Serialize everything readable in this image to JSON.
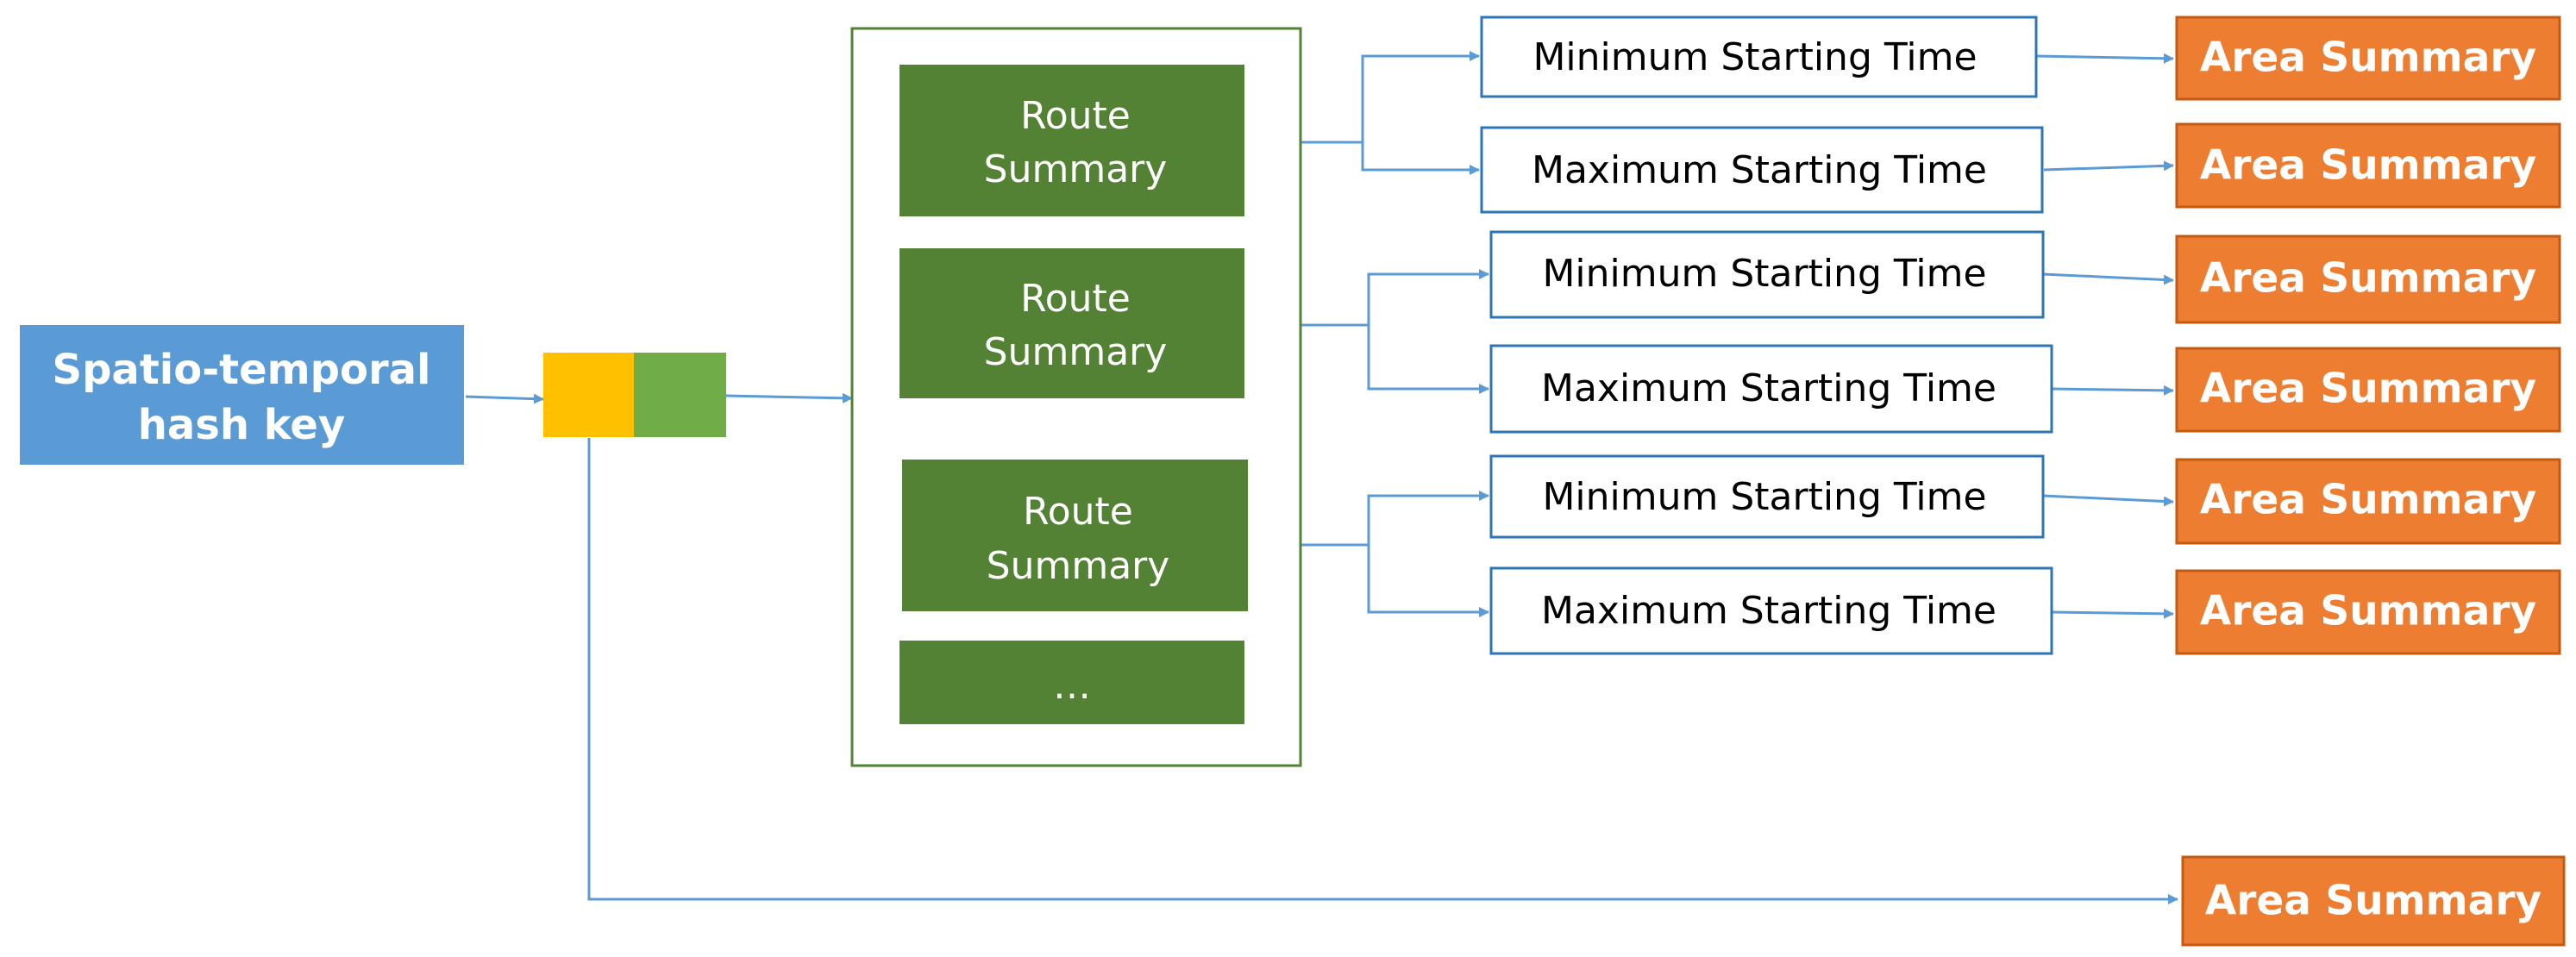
{
  "colors": {
    "key_box": "#5b9bd5",
    "bucket_yellow": "#ffc000",
    "bucket_green": "#70ad47",
    "route_box": "#548235",
    "route_container_border": "#548235",
    "time_box_border": "#2e75b6",
    "area_box": "#ed7d31",
    "area_box_border": "#c55a11",
    "connector": "#5b9bd5"
  },
  "hash_key": {
    "label_line1": "Spatio-temporal",
    "label_line2": "hash key"
  },
  "route_summaries": [
    {
      "line1": "Route",
      "line2": "Summary"
    },
    {
      "line1": "Route",
      "line2": "Summary"
    },
    {
      "line1": "Route",
      "line2": "Summary"
    }
  ],
  "route_more": "…",
  "time_boxes": [
    "Minimum Starting Time",
    "Maximum Starting Time",
    "Minimum Starting Time",
    "Maximum Starting Time",
    "Minimum Starting Time",
    "Maximum Starting Time"
  ],
  "area_summaries": [
    "Area Summary",
    "Area Summary",
    "Area Summary",
    "Area Summary",
    "Area Summary",
    "Area Summary",
    "Area Summary"
  ]
}
